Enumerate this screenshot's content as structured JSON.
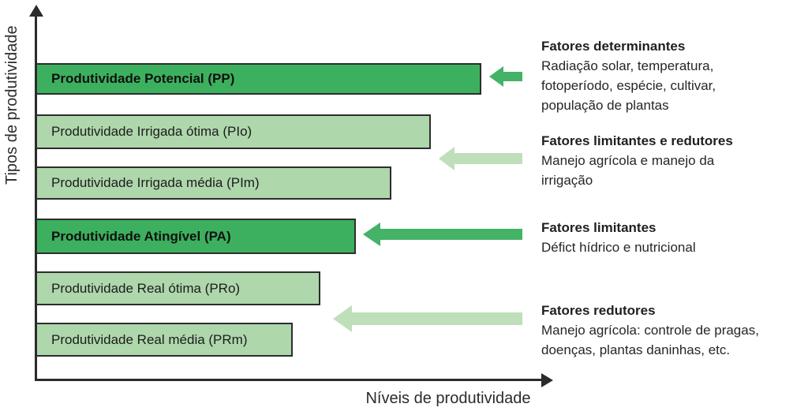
{
  "figure": {
    "y_axis_label": "Tipos de produtividade",
    "x_axis_label": "Níveis de produtividade"
  },
  "bars": [
    {
      "label": "Produtividade Potencial (PP)",
      "emphasis": true
    },
    {
      "label": "Produtividade Irrigada ótima (PIo)",
      "emphasis": false
    },
    {
      "label": "Produtividade Irrigada média (PIm)",
      "emphasis": false
    },
    {
      "label": "Produtividade Atingível (PA)",
      "emphasis": true
    },
    {
      "label": "Produtividade Real ótima (PRo)",
      "emphasis": false
    },
    {
      "label": "Produtividade Real média (PRm)",
      "emphasis": false
    }
  ],
  "annotations": [
    {
      "title": "Fatores determinantes",
      "lines": [
        "Radiação solar, temperatura,",
        "fotoperíodo, espécie, cultivar,",
        "população de plantas"
      ]
    },
    {
      "title": "Fatores limitantes e redutores",
      "lines": [
        "Manejo agrícola e manejo da",
        "irrigação"
      ]
    },
    {
      "title": "Fatores limitantes",
      "lines": [
        "Défict hídrico e nutricional"
      ]
    },
    {
      "title": "Fatores redutores",
      "lines": [
        "Manejo agrícola: controle de pragas,",
        "doenças, plantas daninhas, etc."
      ]
    }
  ],
  "colors": {
    "bar_dark_green": "#3cb05e",
    "bar_light_green": "#aed7ac",
    "arrow_medium_green": "#44b267",
    "arrow_light_green": "#bfdfba",
    "bar_border": "#2d2d2d",
    "axis": "#2b2b2b",
    "text": "#262626"
  },
  "chart_data": {
    "type": "bar",
    "orientation": "horizontal",
    "title": "",
    "xlabel": "Níveis de produtividade",
    "ylabel": "Tipos de produtividade",
    "categories": [
      "Produtividade Potencial (PP)",
      "Produtividade Irrigada ótima (PIo)",
      "Produtividade Irrigada média (PIm)",
      "Produtividade Atingível (PA)",
      "Produtividade Real ótima (PRo)",
      "Produtividade Real média (PRm)"
    ],
    "values_relative": [
      1.0,
      0.89,
      0.8,
      0.72,
      0.64,
      0.58
    ],
    "bar_styles": [
      "dark",
      "light",
      "light",
      "dark",
      "light",
      "light"
    ],
    "axis_numeric_ticks": false,
    "grid": false,
    "legend": false,
    "annotation_groups": [
      {
        "title": "Fatores determinantes",
        "text": "Radiação solar, temperatura, fotoperíodo, espécie, cultivar, população de plantas",
        "points_to": "Produtividade Potencial (PP)",
        "arrow_color": "medium-green"
      },
      {
        "title": "Fatores limitantes e redutores",
        "text": "Manejo agrícola e manejo da irrigação",
        "points_to": "Produtividade Irrigada ótima/média",
        "arrow_color": "light-green"
      },
      {
        "title": "Fatores limitantes",
        "text": "Défict hídrico e nutricional",
        "points_to": "Produtividade Atingível (PA)",
        "arrow_color": "medium-green"
      },
      {
        "title": "Fatores redutores",
        "text": "Manejo agrícola: controle de pragas, doenças, plantas daninhas, etc.",
        "points_to": "Produtividade Real ótima/média",
        "arrow_color": "light-green"
      }
    ]
  }
}
